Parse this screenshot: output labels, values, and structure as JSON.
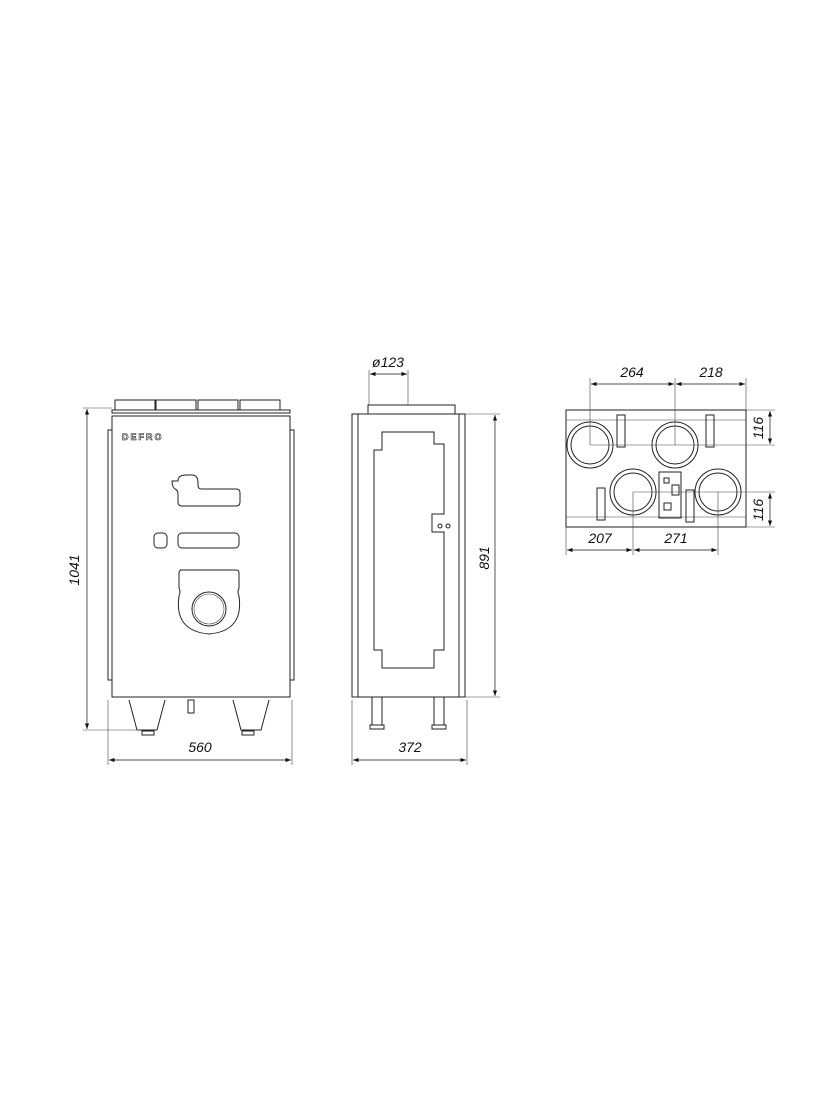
{
  "front_view": {
    "logo": "DEFRO",
    "height_dim": "1041",
    "width_dim": "560"
  },
  "side_view": {
    "spigot_dim": "ø123",
    "height_dim": "891",
    "depth_dim": "372"
  },
  "top_view": {
    "dim_a": "264",
    "dim_b": "218",
    "dim_c": "116",
    "dim_d": "116",
    "dim_e": "207",
    "dim_f": "271"
  }
}
